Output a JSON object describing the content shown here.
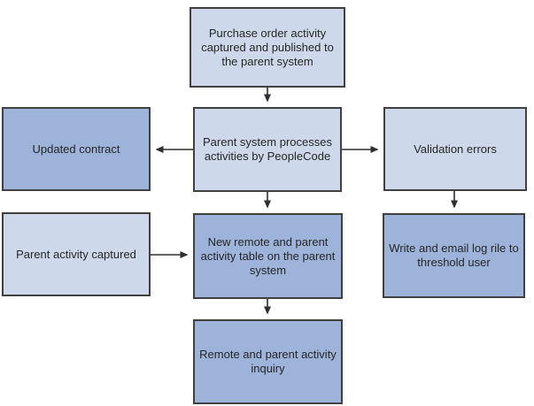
{
  "diagram": {
    "colors": {
      "box_light": "#cdd9ea",
      "box_dark": "#9db3da",
      "border": "#404040",
      "arrow": "#2f2f2f",
      "text": "#262626",
      "background": "#ffffff"
    },
    "nodes": {
      "purchase_order": {
        "label": "Purchase order activity captured and published to the parent system",
        "variant": "light"
      },
      "process_activities": {
        "label": "Parent system processes activities by PeopleCode",
        "variant": "light"
      },
      "updated_contract": {
        "label": "Updated contract",
        "variant": "dark"
      },
      "validation_errors": {
        "label": "Validation errors",
        "variant": "light"
      },
      "parent_activity": {
        "label": "Parent activity captured",
        "variant": "light"
      },
      "activity_table": {
        "label": "New remote and parent activity table on the parent system",
        "variant": "dark"
      },
      "log_file": {
        "label": "Write and email log rile to threshold user",
        "variant": "dark"
      },
      "activity_inquiry": {
        "label": "Remote and parent activity inquiry",
        "variant": "dark"
      }
    },
    "edges": [
      {
        "from": "purchase_order",
        "to": "process_activities",
        "direction": "down"
      },
      {
        "from": "process_activities",
        "to": "updated_contract",
        "direction": "left"
      },
      {
        "from": "process_activities",
        "to": "validation_errors",
        "direction": "right"
      },
      {
        "from": "process_activities",
        "to": "activity_table",
        "direction": "down"
      },
      {
        "from": "validation_errors",
        "to": "log_file",
        "direction": "down"
      },
      {
        "from": "parent_activity",
        "to": "activity_table",
        "direction": "right"
      },
      {
        "from": "activity_table",
        "to": "activity_inquiry",
        "direction": "down"
      }
    ]
  }
}
